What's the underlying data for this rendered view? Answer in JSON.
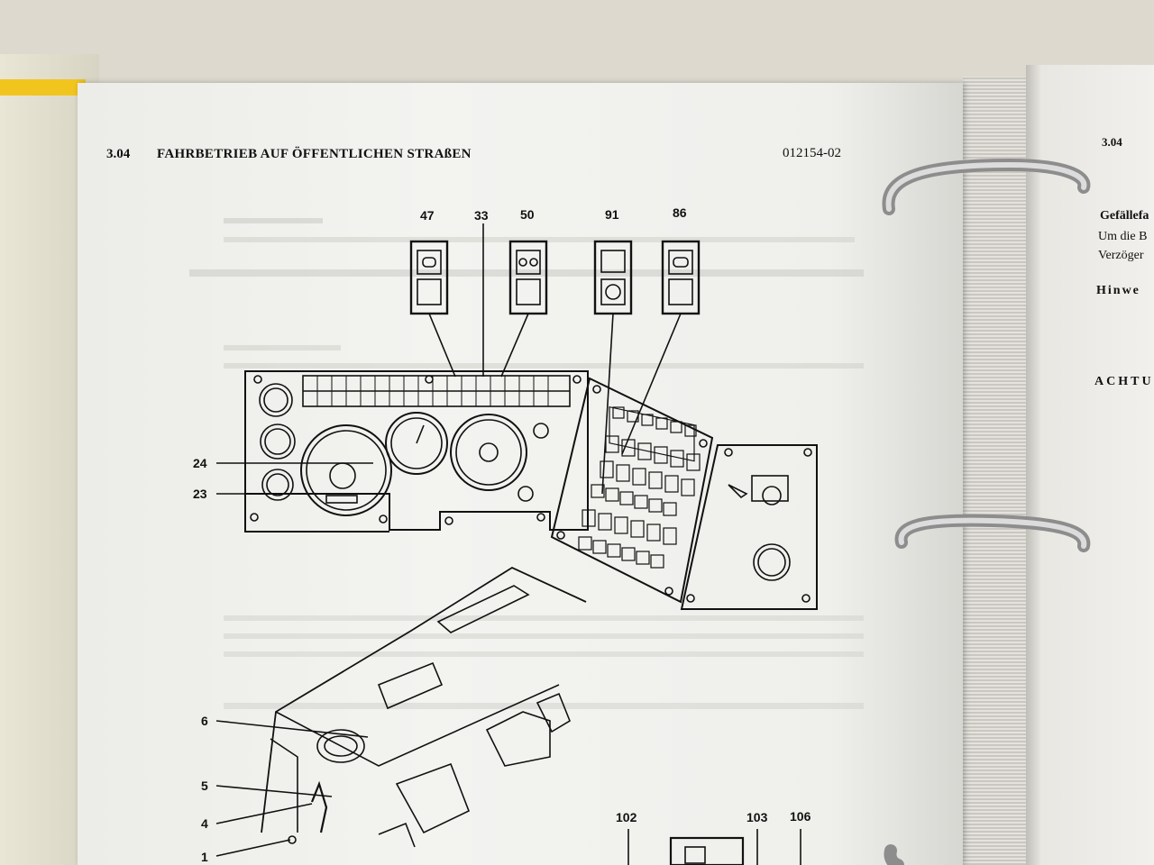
{
  "header": {
    "section_number": "3.04",
    "section_title": "FAHRBETRIEB AUF ÖFFENTLICHEN STRAßEN",
    "document_code": "012154-02"
  },
  "callouts": {
    "top": [
      "47",
      "33",
      "50",
      "91",
      "86"
    ],
    "left_top": [
      "24",
      "23"
    ],
    "left_bottom": [
      "6",
      "5",
      "4",
      "1"
    ],
    "bottom_right": [
      "102",
      "103",
      "106"
    ]
  },
  "right_page": {
    "section_number": "3.04",
    "heading_fragment": "Gefällefa",
    "line1": "Um die B",
    "line2": "Verzöger",
    "hinweis": "Hinwe",
    "achtung": "ACHTU"
  }
}
